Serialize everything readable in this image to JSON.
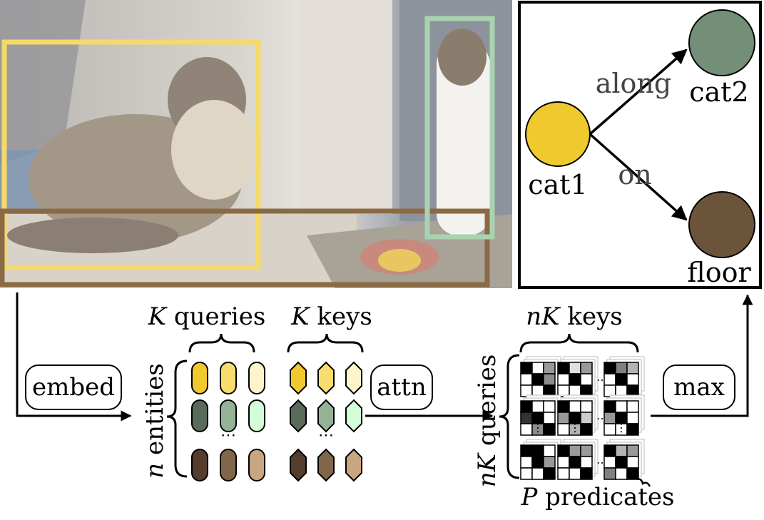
{
  "photo": {
    "boxes": [
      {
        "entity": "cat1",
        "color": "#f5d96a"
      },
      {
        "entity": "floor",
        "color": "#8a6a45"
      },
      {
        "entity": "cat2",
        "color": "#a9d3b0"
      }
    ]
  },
  "graph": {
    "nodes": [
      {
        "label": "cat1",
        "color": "#f0c92e"
      },
      {
        "label": "cat2",
        "color": "#738f77"
      },
      {
        "label": "floor",
        "color": "#6b543a"
      }
    ],
    "edges": [
      {
        "label": "along",
        "from": "cat1",
        "to": "cat2"
      },
      {
        "label": "on",
        "from": "cat1",
        "to": "floor"
      }
    ]
  },
  "pipeline": {
    "embed_label": "embed",
    "attn_label": "attn",
    "max_label": "max",
    "entities_var": "n",
    "entities_label": " entities",
    "queries_var": "K",
    "queries_label": " queries",
    "keys_var": "K",
    "keys_label": " keys",
    "nk_keys_var": "nK",
    "nk_keys_label": " keys",
    "nk_queries_var": "nK",
    "nk_queries_label": " queries",
    "predicates_var": "P",
    "predicates_label": " predicates",
    "ellipsis": "⋯"
  },
  "token_colors": [
    [
      "#f0c92e",
      "#f6dd6e",
      "#fdf4cc"
    ],
    [
      "#5a6b5b",
      "#94b396",
      "#d3fcd8"
    ],
    [
      "#543d2c",
      "#806749",
      "#c9a582"
    ]
  ],
  "matrices": [
    [
      [
        1,
        0,
        0.4,
        0,
        1,
        0.45,
        0,
        0,
        1
      ],
      [
        1,
        0.12,
        0.4,
        0,
        1,
        0,
        0,
        0,
        1
      ],
      [
        1,
        0.5,
        0.3,
        0,
        1,
        0,
        0,
        0,
        1
      ]
    ],
    [
      [
        1,
        0,
        0,
        0.8,
        1,
        0,
        0,
        0.45,
        1
      ],
      [
        1,
        0,
        0,
        0.4,
        1,
        0.2,
        0,
        0.3,
        1
      ],
      [
        1,
        0,
        0,
        0.4,
        1,
        0,
        0,
        0,
        1
      ]
    ],
    [
      [
        1,
        1,
        0,
        0,
        1,
        0.4,
        0,
        0,
        1
      ],
      [
        1,
        0.4,
        0.4,
        0,
        1,
        0,
        0,
        0,
        1
      ],
      [
        1,
        0.3,
        0.4,
        0,
        1,
        0,
        0.5,
        0,
        1
      ]
    ]
  ]
}
